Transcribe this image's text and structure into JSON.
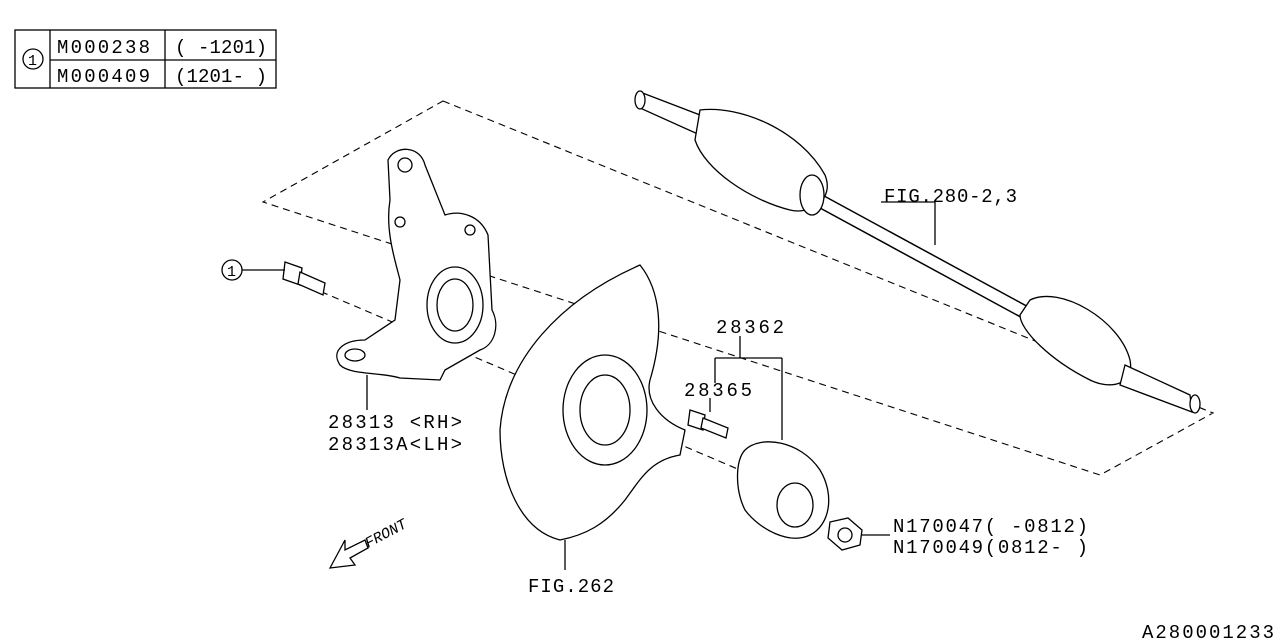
{
  "legend_table": {
    "ref": "1",
    "rows": [
      {
        "part": "M000238",
        "range": "( -1201)"
      },
      {
        "part": "M000409",
        "range": "(1201- )"
      }
    ]
  },
  "callouts": {
    "axle": "FIG.280-2,3",
    "hub_assy": "28362",
    "hub_bolt": "28365",
    "knuckle_rh": "28313 <RH>",
    "knuckle_lh": "28313A<LH>",
    "shield": "FIG.262",
    "nut_1": "N170047( -0812)",
    "nut_2": "N170049(0812- )",
    "bolt_ref": "1"
  },
  "front_label": "FRONT",
  "diagram_id": "A280001233"
}
